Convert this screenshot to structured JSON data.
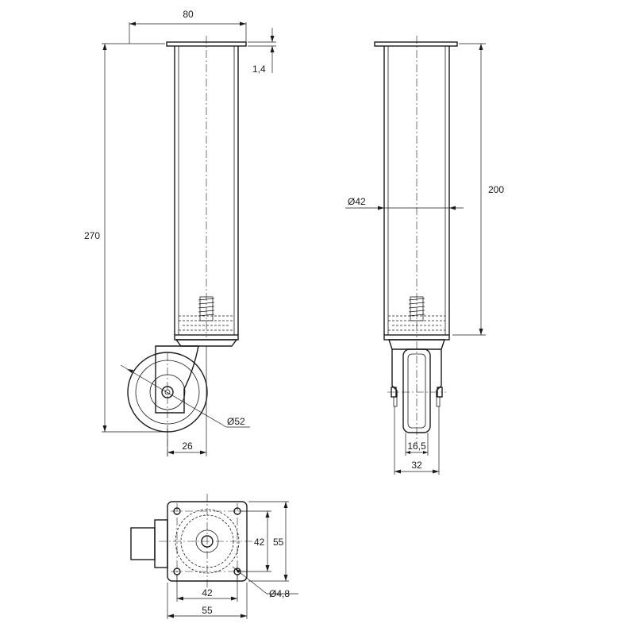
{
  "dimensions": {
    "plate_width": "80",
    "plate_thickness": "1,4",
    "total_height": "270",
    "wheel_diameter": "Ø52",
    "offset": "26",
    "tube_diameter": "Ø42",
    "tube_height": "200",
    "wheel_width": "16,5",
    "fork_width": "32",
    "hole_spacing_v": "42",
    "plate_size_v": "55",
    "hole_diameter": "Ø4,8",
    "hole_spacing_h": "42",
    "plate_size_h": "55"
  },
  "colors": {
    "line": "#1a1a1a",
    "background": "#ffffff"
  }
}
